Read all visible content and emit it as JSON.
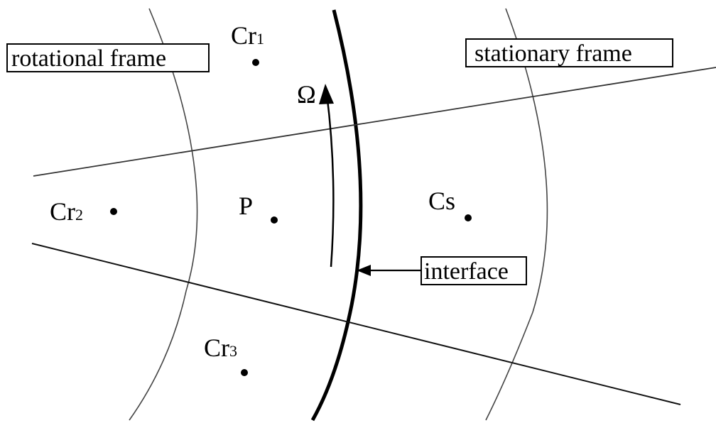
{
  "labels": {
    "rotational_frame": "rotational frame",
    "stationary_frame": "stationary frame",
    "interface": "interface",
    "omega": "Ω",
    "p": "P"
  },
  "cells": {
    "cr1": {
      "base": "Cr",
      "sub": "1"
    },
    "cr2": {
      "base": "Cr",
      "sub": "2"
    },
    "cr3": {
      "base": "Cr",
      "sub": "3"
    },
    "cs": {
      "base": "Cs",
      "sub": ""
    }
  },
  "colors": {
    "background": "#ffffff",
    "ink": "#000000",
    "thin_line": "#444444"
  }
}
